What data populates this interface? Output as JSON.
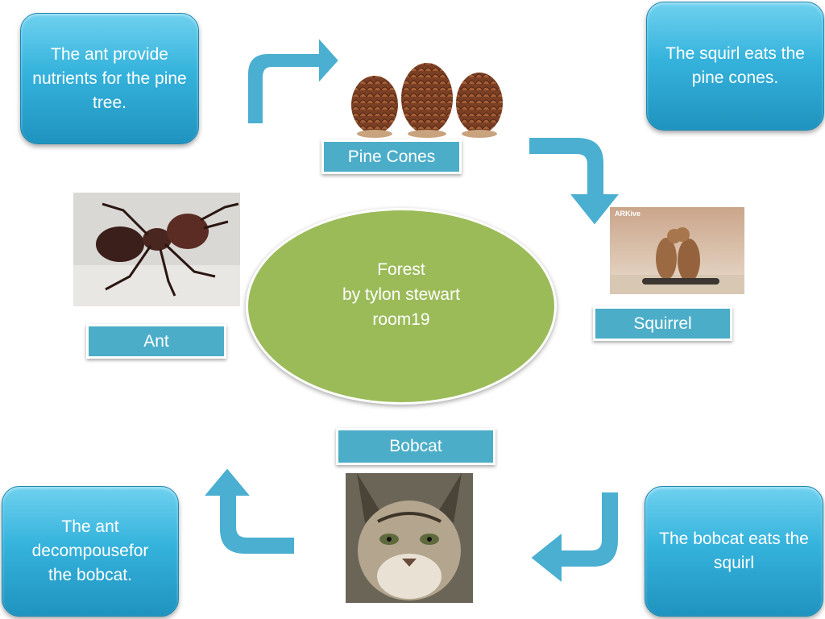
{
  "center": {
    "text": "Forest\nby tylon stewart\nroom19"
  },
  "notes": {
    "top_left": "The ant provide nutrients for the pine tree.",
    "top_right": "The squirl eats the pine cones.",
    "bottom_right": "The bobcat eats the squirl",
    "bottom_left": "The ant\ndecompousefor\nthe  bobcat."
  },
  "labels": {
    "pine_cones": "Pine Cones",
    "squirrel": "Squirrel",
    "bobcat": "Bobcat",
    "ant": "Ant"
  },
  "photo_marks": {
    "squirrel_logo": "ARKive"
  },
  "colors": {
    "note_blue": "#35b3dc",
    "label_blue": "#4badc8",
    "center_green": "#9bbb59",
    "arrow_blue": "#4aafd0"
  },
  "icons": {
    "arrows": [
      "curved-arrow-icon"
    ],
    "photos": [
      "pine-cones-photo",
      "squirrel-photo",
      "bobcat-photo",
      "ant-photo"
    ]
  }
}
